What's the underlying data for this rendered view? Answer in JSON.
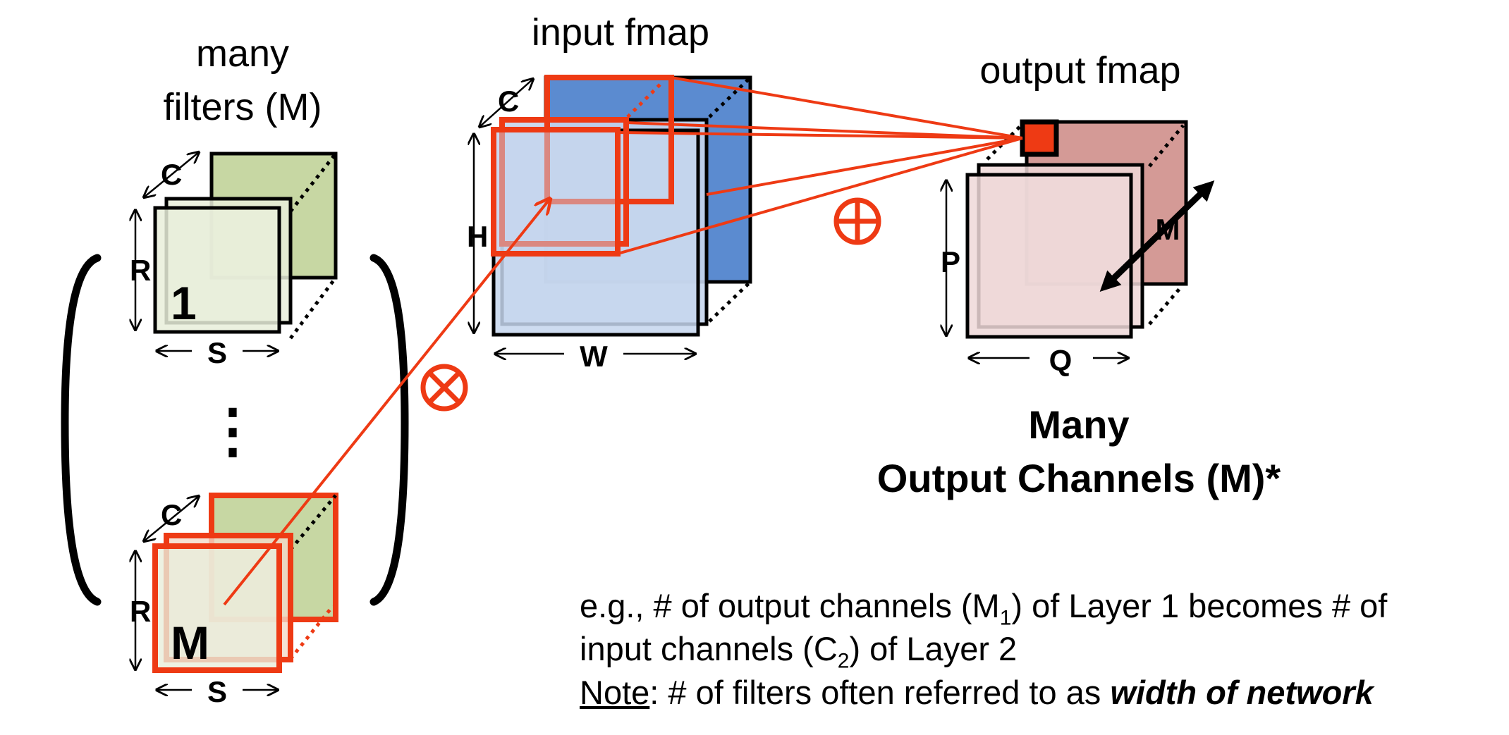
{
  "filters": {
    "title_line1": "many",
    "title_line2": "filters (M)",
    "first_index": "1",
    "last_index": "M",
    "dim_c": "C",
    "dim_r": "R",
    "dim_s": "S",
    "ellipsis": "⋮"
  },
  "input": {
    "title": "input fmap",
    "dim_c": "C",
    "dim_h": "H",
    "dim_w": "W"
  },
  "output": {
    "title": "output fmap",
    "dim_p": "P",
    "dim_q": "Q",
    "dim_m": "M",
    "caption_line1": "Many",
    "caption_line2": "Output Channels (M)*"
  },
  "operators": {
    "multiply": "⊗",
    "accumulate": "⊕"
  },
  "note": {
    "line1_a": "e.g., # of output channels (M",
    "line1_sub": "1",
    "line1_b": ") of Layer 1 becomes # of",
    "line2_a": "input channels (C",
    "line2_sub": "2",
    "line2_b": ") of Layer 2",
    "line3_label": "Note",
    "line3_a": ": # of filters often referred to as ",
    "line3_em": "width of network"
  },
  "colors": {
    "highlight": "#ee3a14",
    "filter_green": "#c7d7a3",
    "filter_light": "#e9eedb",
    "input_blue": "#5b8bd0",
    "input_light": "#c6d6ed",
    "output_rose": "#d49a96",
    "output_light": "#eed8d8"
  }
}
